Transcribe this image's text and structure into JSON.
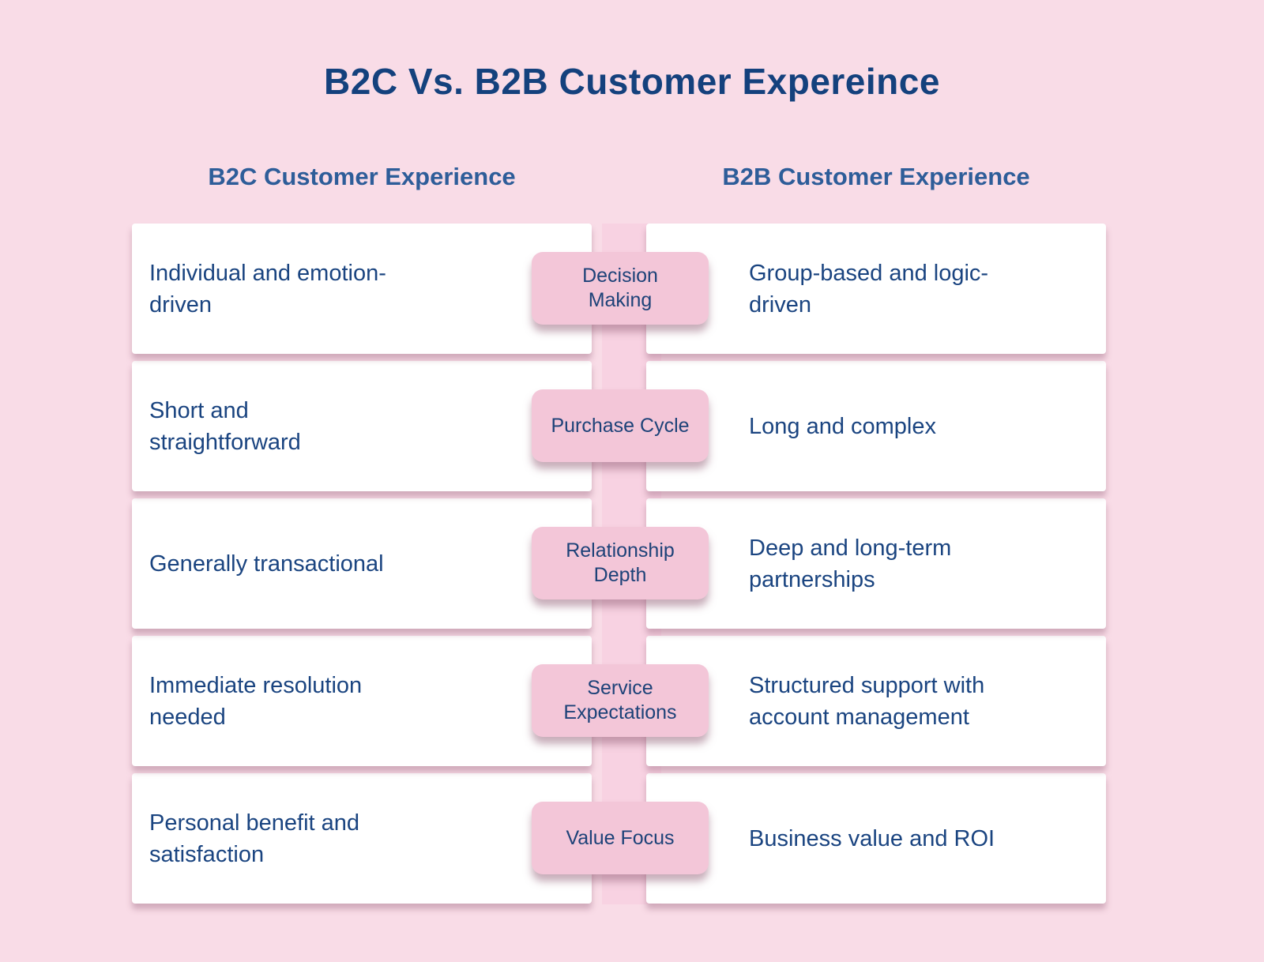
{
  "title": "B2C Vs. B2B Customer Expereince",
  "columns": {
    "left_header": "B2C Customer Experience",
    "right_header": "B2B Customer Experience"
  },
  "rows": [
    {
      "category": "Decision\nMaking",
      "b2c": "Individual and emotion-\ndriven",
      "b2b": "Group-based and logic-\ndriven"
    },
    {
      "category": "Purchase Cycle",
      "b2c": "Short and\nstraightforward",
      "b2b": "Long and complex"
    },
    {
      "category": "Relationship\nDepth",
      "b2c": "Generally transactional",
      "b2b": "Deep and long-term\npartnerships"
    },
    {
      "category": "Service\nExpectations",
      "b2c": "Immediate resolution\nneeded",
      "b2b": "Structured support with\naccount management"
    },
    {
      "category": "Value Focus",
      "b2c": "Personal benefit and\nsatisfaction",
      "b2b": "Business value and ROI"
    }
  ],
  "colors": {
    "background": "#f9dce7",
    "card": "#ffffff",
    "center_band": "#f8d2e2",
    "pill": "#f3c6d8",
    "title_text": "#14417d",
    "header_text": "#2e5d99",
    "body_text": "#1a4480"
  }
}
